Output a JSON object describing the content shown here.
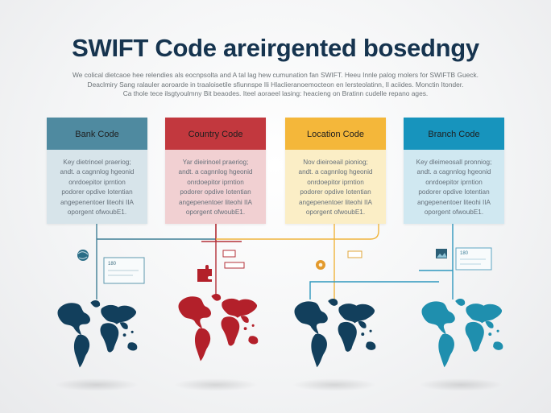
{
  "header": {
    "title": "SWIFT Code areirgented bosedngy",
    "subtitle_lines": [
      "We colical dietcaoe hee relendies als eocnpsolta and A tal lag hew cumunation fan SWIFT. Heeu Innle palog rnolers for SWIFTB Gueck.",
      "Deaclmiry Sang ralauler aoroarde in traaloisetile sfiunnspe Ili Hlaclieranoemocteon en lersteolatinn, Il aciides. Monctin Itonder.",
      "Ca thole tece ilsgtyoulmny Bit beaodes. Iteel aoraeel lasing: heacieng on Bratinn cudelle repano ages."
    ]
  },
  "cards": [
    {
      "label": "Bank Code",
      "head_color": "#4f8aa0",
      "body_color": "#d7e4ea",
      "lines": [
        "Key dietrinoel praeriog;",
        "andt. a cagnnlog hgeonid",
        "onrdoepitor iprntion",
        "podorer opdive Iotentian",
        "angepenentoer liteohi IIA",
        "oporgent ofwoubE1."
      ]
    },
    {
      "label": "Country Code",
      "head_color": "#c2383e",
      "body_color": "#f1d0d2",
      "lines": [
        "Yar dieirinoel praeriog;",
        "andt. a cagnnlog hgeonid",
        "onrdoepitor iprntion",
        "podorer opdive Iotentian",
        "angepenentoer liteohi IIA",
        "oporgent ofwoubE1."
      ]
    },
    {
      "label": "Location Code",
      "head_color": "#f4b73a",
      "body_color": "#fbeec6",
      "lines": [
        "Nov dieiroeail pioniog;",
        "andt. a cagnnlog hgeonid",
        "onrdoepitor iprntion",
        "podorer opdive Iotentian",
        "angepenentoer liteohi IIA",
        "oporgent ofwoubE1."
      ]
    },
    {
      "label": "Branch Code",
      "head_color": "#1794bd",
      "body_color": "#d0e8f1",
      "lines": [
        "Key dleimeosall pronniog;",
        "andt. a cagnnlog hgeonid",
        "onrdoepitor iprntion",
        "podorer opdive Iotentian",
        "angepenentoer liteohi IIA",
        "oporgent ofwoubE1."
      ]
    }
  ],
  "connector_colors": {
    "bank": "#3f7f96",
    "country": "#b33038",
    "location": "#f0b43c",
    "branch": "#2f97bd"
  },
  "tags": [
    {
      "label": "180"
    },
    {
      "label": "180"
    }
  ],
  "icons": [
    "globe-icon",
    "puzzle-icon",
    "gear-icon",
    "image-icon"
  ],
  "maps": [
    {
      "color": "#123f5c"
    },
    {
      "color": "#b3202a"
    },
    {
      "color": "#123f5c"
    },
    {
      "color": "#1f8fae"
    }
  ]
}
